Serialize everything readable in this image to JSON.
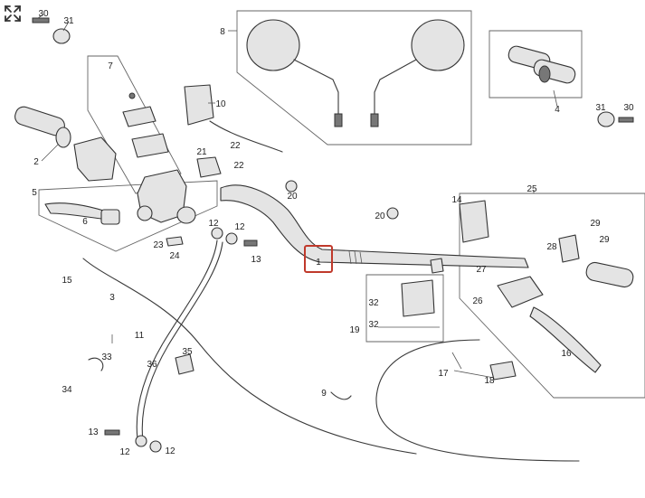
{
  "toolbar": {
    "expand_icon": "expand-arrows-icon"
  },
  "diagram": {
    "selected_callout": "1",
    "callouts": [
      "1",
      "2",
      "3",
      "4",
      "5",
      "6",
      "7",
      "8",
      "9",
      "10",
      "11",
      "12",
      "13",
      "14",
      "15",
      "16",
      "17",
      "18",
      "19",
      "20",
      "21",
      "22",
      "23",
      "24",
      "25",
      "26",
      "27",
      "28",
      "29",
      "30",
      "31",
      "32",
      "33",
      "34",
      "35",
      "36"
    ]
  }
}
